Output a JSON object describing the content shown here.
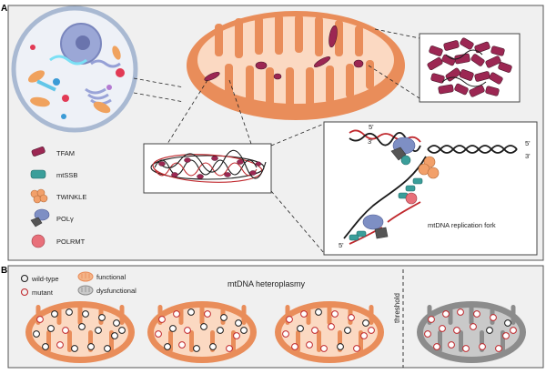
{
  "panel_a": {
    "letter": "A",
    "legend": [
      {
        "label": "TFAM",
        "icon": "tfam-icon",
        "color": "#9c2753"
      },
      {
        "label": "mtSSB",
        "icon": "mtssb-icon",
        "color": "#3a9e9a"
      },
      {
        "label": "TWINKLE",
        "icon": "twinkle-icon",
        "color": "#f2a06a"
      },
      {
        "label": "POLγ",
        "icon": "polg-icon",
        "color": "#7e8fc4"
      },
      {
        "label": "POLRMT",
        "icon": "polrmt-icon",
        "color": "#e8707a"
      }
    ],
    "fork_title": "mtDNA replication fork",
    "strand_ends": [
      "5'",
      "3'",
      "5'",
      "3'",
      "5'"
    ]
  },
  "panel_b": {
    "letter": "B",
    "title": "mtDNA heteroplasmy",
    "threshold": "threshold",
    "legend": [
      {
        "label": "wild-type",
        "icon": "wild-type-circle-icon",
        "color": "#222222"
      },
      {
        "label": "mutant",
        "icon": "mutant-circle-icon",
        "color": "#c0282d"
      },
      {
        "label": "functional",
        "icon": "functional-mito-icon",
        "color": "#f4b488"
      },
      {
        "label": "dysfunctional",
        "icon": "dysfunctional-mito-icon",
        "color": "#a8a8a8"
      }
    ],
    "mutant_fraction": [
      0.15,
      0.45,
      0.7,
      0.9
    ]
  },
  "colors": {
    "mito_outer": "#e98d5a",
    "mito_inner": "#fbd9c2",
    "dys_outer": "#8c8c8c",
    "dys_inner": "#c9c9c9",
    "dna_red": "#c0282d",
    "dna_black": "#1b1b1b"
  }
}
